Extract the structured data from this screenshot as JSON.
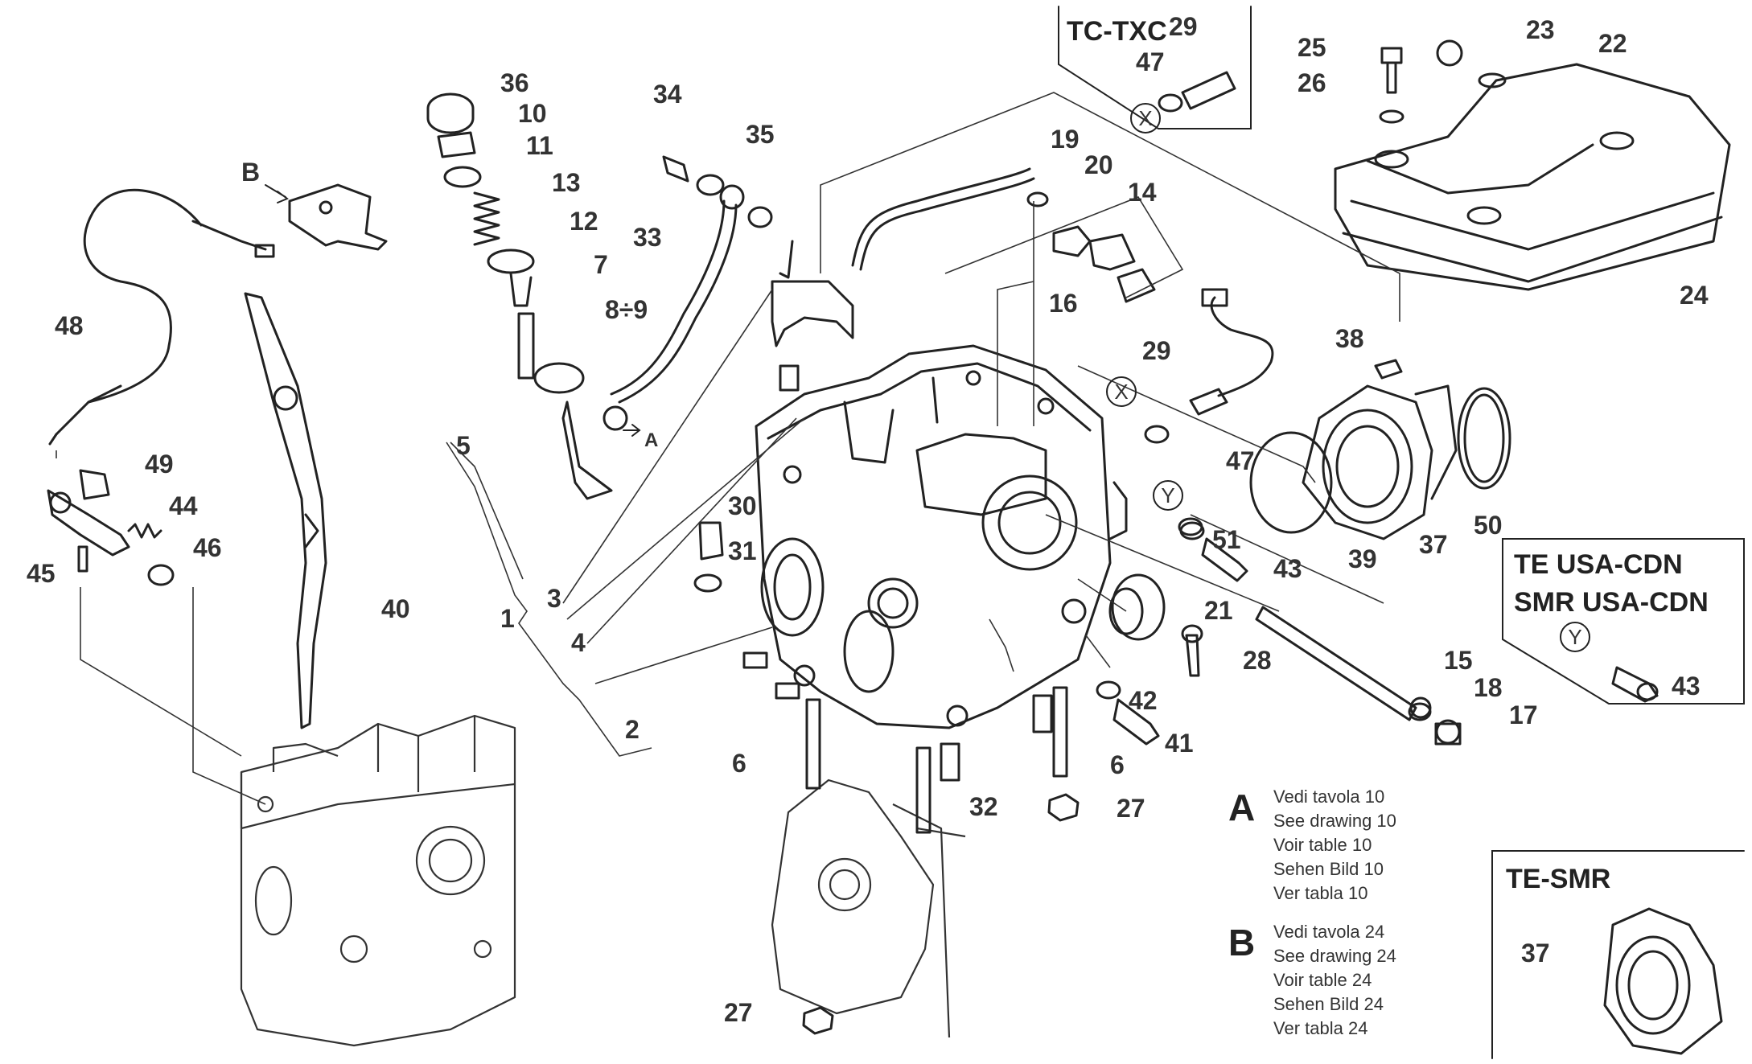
{
  "variant_boxes": {
    "tc_txc": "TC-TXC",
    "te_usa_cdn": "TE USA-CDN",
    "smr_usa_cdn": "SMR USA-CDN",
    "te_smr": "TE-SMR"
  },
  "markers": {
    "x": "X",
    "y": "Y",
    "a": "A",
    "b": "B"
  },
  "part_numbers": {
    "p1": "1",
    "p2": "2",
    "p3": "3",
    "p4": "4",
    "p5": "5",
    "p6": "6",
    "p7": "7",
    "p8_9": "8÷9",
    "p10": "10",
    "p11": "11",
    "p12": "12",
    "p13": "13",
    "p14": "14",
    "p15": "15",
    "p16": "16",
    "p17": "17",
    "p18": "18",
    "p19": "19",
    "p20": "20",
    "p21": "21",
    "p22": "22",
    "p23": "23",
    "p24": "24",
    "p25": "25",
    "p26": "26",
    "p27": "27",
    "p28": "28",
    "p29": "29",
    "p30": "30",
    "p31": "31",
    "p32": "32",
    "p33": "33",
    "p34": "34",
    "p35": "35",
    "p36": "36",
    "p37": "37",
    "p38": "38",
    "p39": "39",
    "p40": "40",
    "p41": "41",
    "p42": "42",
    "p43": "43",
    "p44": "44",
    "p45": "45",
    "p46": "46",
    "p47": "47",
    "p48": "48",
    "p49": "49",
    "p50": "50",
    "p51": "51"
  },
  "references": {
    "a": {
      "letter": "A",
      "lines": [
        "Vedi tavola 10",
        "See drawing 10",
        "Voir table 10",
        "Sehen Bild 10",
        "Ver tabla 10"
      ]
    },
    "b": {
      "letter": "B",
      "lines": [
        "Vedi tavola 24",
        "See drawing 24",
        "Voir table 24",
        "Sehen Bild 24",
        "Ver tabla 24"
      ]
    }
  }
}
